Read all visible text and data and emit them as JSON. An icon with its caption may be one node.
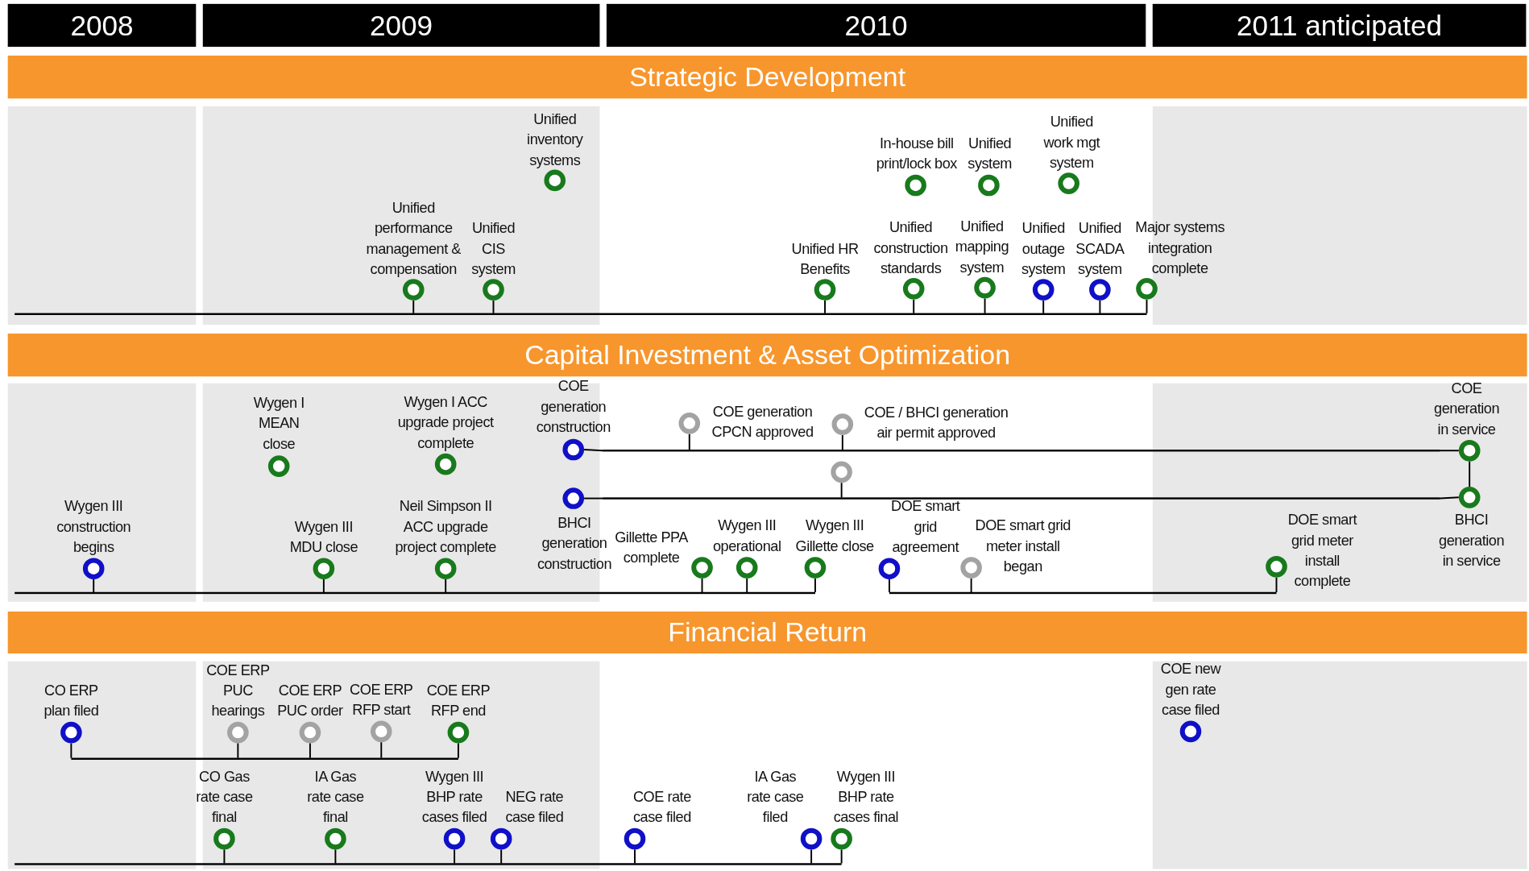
{
  "diagram": {
    "nodes": [
      {
        "text": [
          "2008"
        ]
      },
      {
        "text": [
          "2009"
        ]
      },
      {
        "text": [
          "2010"
        ]
      },
      {
        "text": [
          "2011 anticipated"
        ]
      },
      {
        "text": [
          "Strategic Development"
        ]
      },
      {
        "text": [],
        "shape": "circle",
        "beside": [
          "Unified performance management & compensation"
        ]
      },
      {
        "text": [],
        "shape": "circle",
        "beside": [
          "Unified inventory systems"
        ]
      },
      {
        "text": [],
        "shape": "circle",
        "beside": [
          "Unified CIS system"
        ]
      },
      {
        "text": [],
        "shape": "circle",
        "beside": [
          "Unified HR Benefits"
        ]
      },
      {
        "text": [],
        "shape": "circle",
        "beside": [
          "In-house bill print/lock box"
        ]
      },
      {
        "text": [],
        "shape": "circle",
        "beside": [
          "Unified construction standards"
        ]
      },
      {
        "text": [],
        "shape": "circle",
        "beside": [
          "Unified system"
        ]
      },
      {
        "text": [],
        "shape": "circle",
        "beside": [
          "Unified mapping system"
        ]
      },
      {
        "text": [],
        "shape": "circle",
        "beside": [
          "Unified work mgt system"
        ]
      },
      {
        "text": [],
        "shape": "circle",
        "beside": [
          "Unified outage system"
        ]
      },
      {
        "text": [],
        "shape": "circle",
        "beside": [
          "Unified SCADA system"
        ]
      },
      {
        "text": [],
        "shape": "circle",
        "beside": [
          "Major systems integration complete"
        ]
      },
      {
        "text": [
          "Capital Investment & Asset Optimization"
        ]
      },
      {
        "text": [],
        "shape": "circle",
        "beside": [
          "Wygen I MEAN close"
        ]
      },
      {
        "text": [],
        "shape": "circle",
        "beside": [
          "Wygen I ACC upgrade project complete"
        ]
      },
      {
        "text": [],
        "shape": "circle",
        "beside": [
          "COE generation construction"
        ]
      },
      {
        "text": [],
        "shape": "circle",
        "beside": [
          "COE generation CPCN approved"
        ]
      },
      {
        "text": [],
        "shape": "circle",
        "beside": [
          "COE / BHCI generation air permit approved"
        ]
      },
      {
        "text": [],
        "shape": "circle"
      },
      {
        "text": [],
        "shape": "circle",
        "beside": [
          "COE generation in service"
        ]
      },
      {
        "text": [],
        "shape": "circle",
        "beside": [
          "BHCI generation construction"
        ]
      },
      {
        "text": [],
        "shape": "circle",
        "beside": [
          "BHCI generation in service"
        ]
      },
      {
        "text": [],
        "shape": "circle",
        "beside": [
          "Wygen III construction begins"
        ]
      },
      {
        "text": [],
        "shape": "circle",
        "beside": [
          "Wygen III MDU close"
        ]
      },
      {
        "text": [],
        "shape": "circle",
        "beside": [
          "Neil Simpson II ACC upgrade project complete"
        ]
      },
      {
        "text": [],
        "shape": "circle",
        "beside": [
          "Gillette PPA complete"
        ]
      },
      {
        "text": [],
        "shape": "circle",
        "beside": [
          "Wygen III operational"
        ]
      },
      {
        "text": [],
        "shape": "circle",
        "beside": [
          "Wygen III Gillette close"
        ]
      },
      {
        "text": [],
        "shape": "circle",
        "beside": [
          "DOE smart grid agreement"
        ]
      },
      {
        "text": [],
        "shape": "circle",
        "beside": [
          "DOE smart grid meter install began"
        ]
      },
      {
        "text": [],
        "shape": "circle",
        "beside": [
          "DOE smart grid meter install complete"
        ]
      },
      {
        "text": [
          "Financial Return"
        ]
      },
      {
        "text": [],
        "shape": "circle",
        "beside": [
          "CO ERP plan filed"
        ]
      },
      {
        "text": [],
        "shape": "circle",
        "beside": [
          "COE ERP PUC hearings"
        ]
      },
      {
        "text": [],
        "shape": "circle",
        "beside": [
          "COE ERP PUC order"
        ]
      },
      {
        "text": [],
        "shape": "circle",
        "beside": [
          "COE ERP RFP start"
        ]
      },
      {
        "text": [],
        "shape": "circle",
        "beside": [
          "COE ERP RFP end"
        ]
      },
      {
        "text": [],
        "shape": "circle",
        "beside": [
          "COE new gen rate case filed"
        ]
      },
      {
        "text": [],
        "shape": "circle",
        "beside": [
          "CO Gas rate case final"
        ]
      },
      {
        "text": [],
        "shape": "circle",
        "beside": [
          "IA Gas rate case final"
        ]
      },
      {
        "text": [],
        "shape": "circle",
        "beside": [
          "Wygen III BHP rate cases filed"
        ]
      },
      {
        "text": [],
        "shape": "circle",
        "beside": [
          "NEG rate case filed"
        ]
      },
      {
        "text": [],
        "shape": "circle",
        "beside": [
          "COE rate case filed"
        ]
      },
      {
        "text": [],
        "shape": "circle",
        "beside": [
          "IA Gas rate case filed"
        ]
      },
      {
        "text": [],
        "shape": "circle",
        "beside": [
          "Wygen III BHP rate cases final"
        ]
      },
      {
        "text": [],
        "shape": "bar"
      },
      {
        "text": [],
        "shape": "bar"
      },
      {
        "text": [],
        "shape": "bar"
      },
      {
        "text": [],
        "shape": "bar"
      },
      {
        "text": [],
        "shape": "bar"
      },
      {
        "text": [],
        "shape": "bar"
      },
      {
        "text": [],
        "shape": "bar"
      }
    ],
    "edges": [
      {
        "from": 5,
        "to": 50,
        "arrow": "none"
      },
      {
        "from": 7,
        "to": 50,
        "arrow": "none"
      },
      {
        "from": 8,
        "to": 50,
        "arrow": "none"
      },
      {
        "from": 10,
        "to": 50,
        "arrow": "none"
      },
      {
        "from": 12,
        "to": 50,
        "arrow": "none"
      },
      {
        "from": 14,
        "to": 50,
        "arrow": "none"
      },
      {
        "from": 15,
        "to": 50,
        "arrow": "none"
      },
      {
        "from": 16,
        "to": 50,
        "arrow": "none"
      },
      {
        "from": 20,
        "to": 55,
        "arrow": "none"
      },
      {
        "from": 55,
        "to": 24,
        "arrow": "none"
      },
      {
        "from": 21,
        "to": 55,
        "arrow": "none"
      },
      {
        "from": 22,
        "to": 55,
        "arrow": "none"
      },
      {
        "from": 25,
        "to": 56,
        "arrow": "none"
      },
      {
        "from": 56,
        "to": 26,
        "arrow": "none"
      },
      {
        "from": 23,
        "to": 56,
        "arrow": "none"
      },
      {
        "from": 24,
        "to": 26,
        "arrow": "none"
      },
      {
        "from": 27,
        "to": 51,
        "arrow": "none"
      },
      {
        "from": 28,
        "to": 51,
        "arrow": "none"
      },
      {
        "from": 29,
        "to": 51,
        "arrow": "none"
      },
      {
        "from": 30,
        "to": 51,
        "arrow": "none"
      },
      {
        "from": 31,
        "to": 51,
        "arrow": "none"
      },
      {
        "from": 32,
        "to": 51,
        "arrow": "none"
      },
      {
        "from": 33,
        "to": 52,
        "arrow": "none"
      },
      {
        "from": 34,
        "to": 52,
        "arrow": "none"
      },
      {
        "from": 35,
        "to": 52,
        "arrow": "none"
      },
      {
        "from": 37,
        "to": 53,
        "arrow": "none"
      },
      {
        "from": 38,
        "to": 53,
        "arrow": "none"
      },
      {
        "from": 39,
        "to": 53,
        "arrow": "none"
      },
      {
        "from": 40,
        "to": 53,
        "arrow": "none"
      },
      {
        "from": 41,
        "to": 53,
        "arrow": "none"
      },
      {
        "from": 43,
        "to": 54,
        "arrow": "none"
      },
      {
        "from": 44,
        "to": 54,
        "arrow": "none"
      },
      {
        "from": 45,
        "to": 54,
        "arrow": "none"
      },
      {
        "from": 46,
        "to": 54,
        "arrow": "none"
      },
      {
        "from": 47,
        "to": 54,
        "arrow": "none"
      },
      {
        "from": 48,
        "to": 54,
        "arrow": "none"
      },
      {
        "from": 49,
        "to": 54,
        "arrow": "none"
      }
    ]
  }
}
